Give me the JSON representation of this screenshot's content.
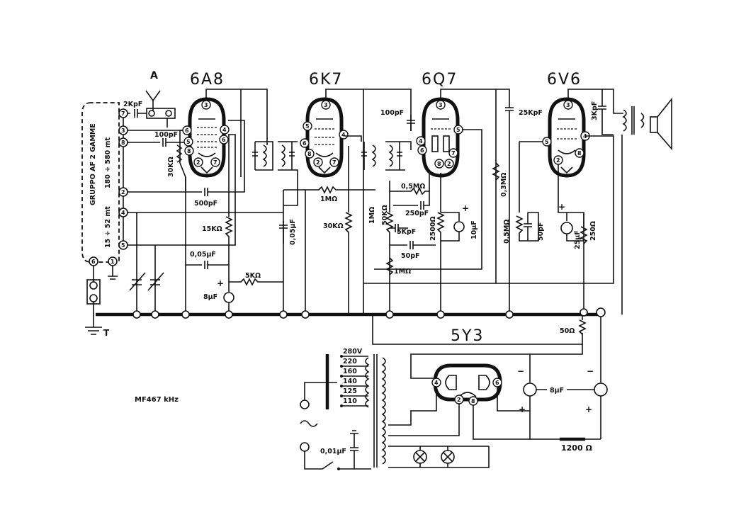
{
  "tubes": {
    "t1": "6A8",
    "t2": "6K7",
    "t3": "6Q7",
    "t4": "6V6",
    "rect": "5Y3"
  },
  "antenna": "A",
  "ground": "T",
  "group": {
    "title": "GRUPPO AF   2 GAMME",
    "band1": "180 ÷ 580 mt",
    "band2": "15 ÷ 52 mt"
  },
  "group_pins": [
    "7",
    "3",
    "8",
    "2",
    "4",
    "5",
    "1",
    "6"
  ],
  "components": {
    "c_2kpf": "2KpF",
    "c_100pf_a": "100pF",
    "r_30k_a": "30KΩ",
    "c_500pf": "500pF",
    "r_15k": "15KΩ",
    "c_005mf": "0,05μF",
    "r_5k": "5KΩ",
    "c_8mf_a": "8μF",
    "c_005af": "0,05μF",
    "r_1m_a": "1MΩ",
    "r_30k_b": "30KΩ",
    "r_1m_b": "1MΩ",
    "r_50k": "50KΩ",
    "c_5kpf": "5KpF",
    "c_50pf_a": "50pF",
    "r_1m_c": "1MΩ",
    "c_100pf_b": "100pF",
    "r_05m_a": "0,5MΩ",
    "c_250pf": "250pF",
    "r_2500": "2500Ω",
    "c_10mf": "10μF",
    "c_25kpf": "25KpF",
    "r_03m": "0,3MΩ",
    "r_05m_b": "0,5MΩ",
    "c_50pf_b": "50pF",
    "c_25mf": "25μF",
    "r_250": "250Ω",
    "c_3kpf": "3KpF",
    "r_50": "50Ω",
    "c_8mf_b": "8μF",
    "choke": "1200 Ω",
    "c_001af": "0,01μF"
  },
  "mains_taps": [
    "280V",
    "220",
    "160",
    "140",
    "125",
    "110"
  ],
  "if_note": "MF467 kHz",
  "pin_labels": {
    "p3": "3",
    "p5": "5",
    "p4": "4",
    "p6": "6",
    "p2": "2",
    "p7": "7",
    "p8": "8"
  }
}
